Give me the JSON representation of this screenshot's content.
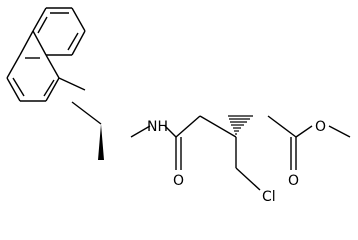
{
  "atoms": {
    "nh": "NH",
    "carbonyl_o": "O",
    "ester_carbonyl_o": "O",
    "ester_o": "O",
    "chlorine": "Cl"
  },
  "colors": {
    "bond": "#000000",
    "background": "#ffffff"
  }
}
